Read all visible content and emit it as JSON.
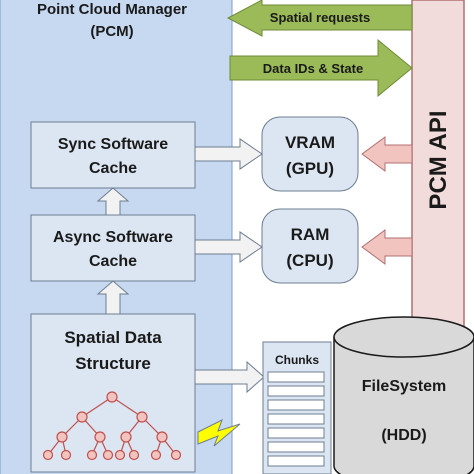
{
  "pcm_title_line1": "Point Cloud Manager",
  "pcm_title_line2": "(PCM)",
  "api_label": "PCM API",
  "arrows": {
    "spatial_requests": "Spatial requests",
    "data_ids_state": "Data IDs & State"
  },
  "sync_cache": {
    "line1": "Sync Software",
    "line2": "Cache"
  },
  "async_cache": {
    "line1": "Async Software",
    "line2": "Cache"
  },
  "spatial_structure": {
    "line1": "Spatial Data",
    "line2": "Structure"
  },
  "vram": {
    "line1": "VRAM",
    "line2": "(GPU)"
  },
  "ram": {
    "line1": "RAM",
    "line2": "(CPU)"
  },
  "chunks_label": "Chunks",
  "filesystem": {
    "line1": "FileSystem",
    "line2": "(HDD)"
  },
  "colors": {
    "pcm_panel": "#c6d9f1",
    "box_fill": "#dce6f2",
    "api_fill": "#f2dcdb",
    "green_arrow": "#9bbb59",
    "hollow_arrow": "#f2f2f2",
    "pink_arrow": "#f2c4c0",
    "cylinder": "#d9d9d9",
    "tree_fill": "#f2c4c0",
    "tree_stroke": "#c0504d",
    "lightning": "#ffff00"
  }
}
